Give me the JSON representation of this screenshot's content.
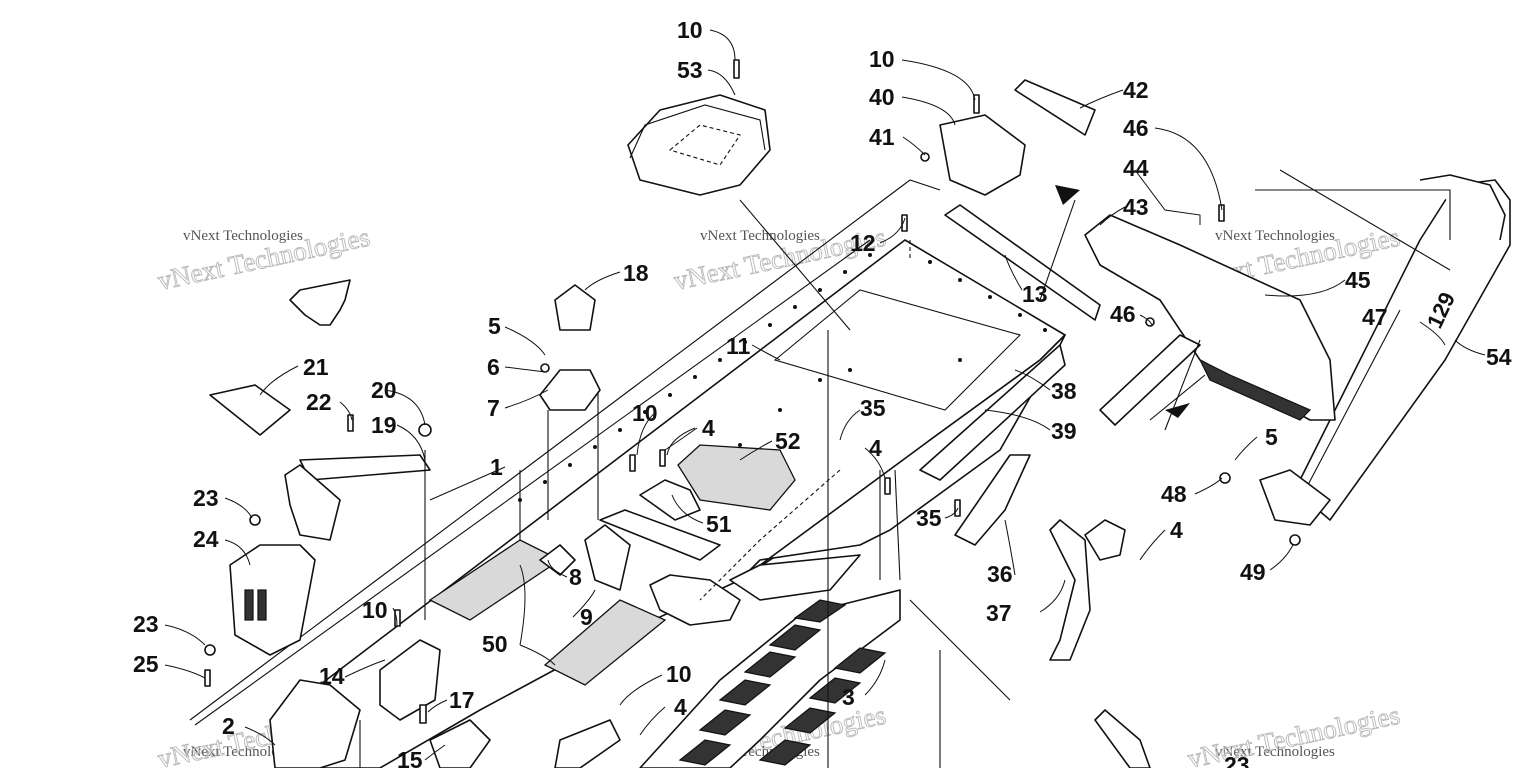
{
  "watermark": {
    "small": "vNext Technologies",
    "big": "vNext Technologies"
  },
  "callouts": [
    "10",
    "53",
    "10",
    "40",
    "42",
    "41",
    "46",
    "44",
    "43",
    "12",
    "13",
    "45",
    "46",
    "47",
    "54",
    "18",
    "5",
    "6",
    "7",
    "11",
    "38",
    "39",
    "35",
    "4",
    "52",
    "21",
    "22",
    "20",
    "19",
    "10",
    "4",
    "1",
    "23",
    "24",
    "8",
    "51",
    "35",
    "36",
    "5",
    "48",
    "49",
    "4",
    "9",
    "37",
    "23",
    "50",
    "10",
    "25",
    "14",
    "3",
    "17",
    "10",
    "4",
    "2",
    "15",
    "23"
  ]
}
